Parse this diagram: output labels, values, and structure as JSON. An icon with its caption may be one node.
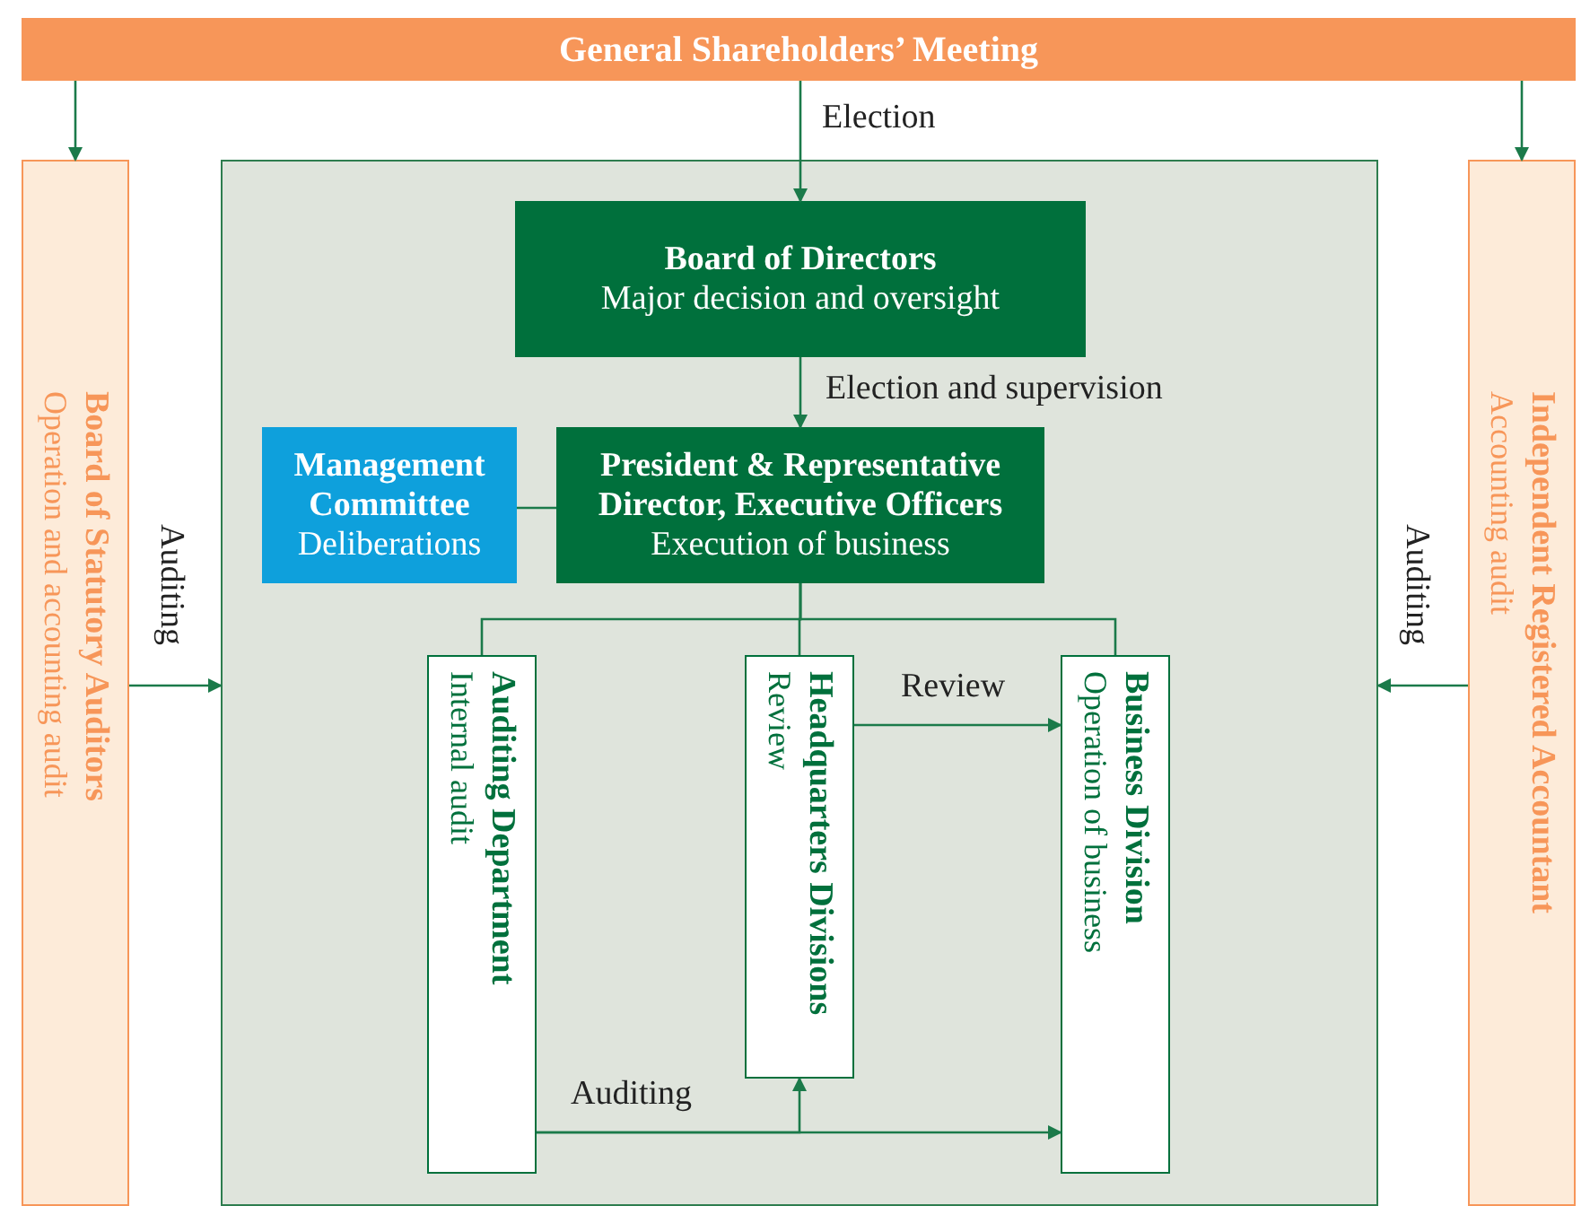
{
  "diagram": {
    "nodes": [
      {
        "text": [
          "General Shareholders’ Meeting"
        ]
      },
      {
        "text": [
          "Board of Statutory Auditors",
          "Operation and accounting audit"
        ]
      },
      {
        "text": [
          "Independent Registered Accountant",
          "Accounting audit"
        ]
      },
      {
        "text": [],
        "shape": "box"
      },
      {
        "text": [
          "Board of Directors",
          "Major decision and oversight"
        ],
        "in": 3
      },
      {
        "text": [
          "Management Committee",
          "Deliberations"
        ],
        "in": 3
      },
      {
        "text": [
          "President & Representative Director, Executive Officers",
          "Execution of business"
        ],
        "in": 3
      },
      {
        "text": [
          "Auditing Department",
          "Internal audit"
        ],
        "in": 3
      },
      {
        "text": [
          "Headquarters Divisions",
          "Review"
        ],
        "in": 3
      },
      {
        "text": [
          "Business Division",
          "Operation of business"
        ],
        "in": 3
      }
    ],
    "edges": [
      {
        "from": 0,
        "to": 1,
        "arrow": "to"
      },
      {
        "from": 0,
        "to": 2,
        "arrow": "to"
      },
      {
        "from": 0,
        "to": 4,
        "arrow": "to",
        "label": "Election"
      },
      {
        "from": 4,
        "to": 6,
        "arrow": "to",
        "label": "Election and supervision"
      },
      {
        "from": 5,
        "to": 6,
        "arrow": "none"
      },
      {
        "from": 6,
        "to": 7,
        "arrow": "none"
      },
      {
        "from": 6,
        "to": 8,
        "arrow": "none"
      },
      {
        "from": 6,
        "to": 9,
        "arrow": "none"
      },
      {
        "from": 8,
        "to": 9,
        "arrow": "to",
        "label": "Review"
      },
      {
        "from": 7,
        "to": 8,
        "arrow": "to"
      },
      {
        "from": 7,
        "to": 9,
        "arrow": "to",
        "label": "Auditing"
      },
      {
        "from": 1,
        "to": 3,
        "arrow": "to",
        "label": "Auditing"
      },
      {
        "from": 2,
        "to": 3,
        "arrow": "to",
        "label": "Auditing"
      }
    ]
  }
}
